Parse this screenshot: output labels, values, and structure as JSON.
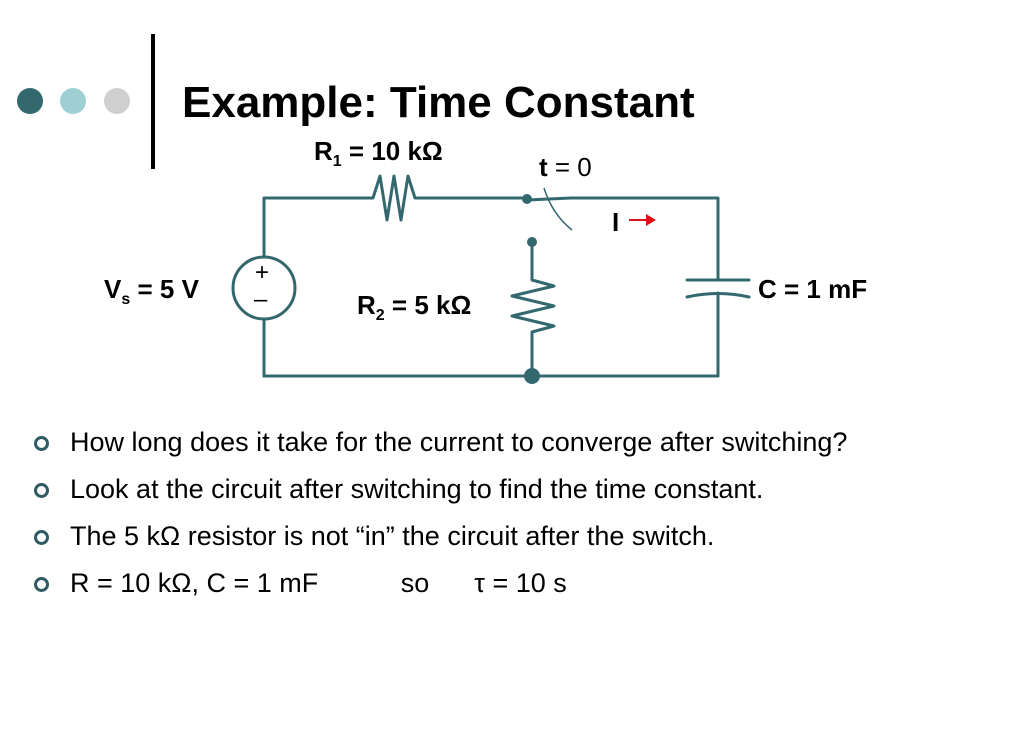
{
  "slide": {
    "title": "Example:  Time Constant",
    "nav_dot_colors": [
      "#34686f",
      "#9ecfd3",
      "#cfcfcf"
    ]
  },
  "circuit": {
    "r1_label": "R",
    "r1_sub": "1",
    "r1_value": " = 10 kΩ",
    "switch_time_var": "t",
    "switch_time_rest": " = 0",
    "current_label": "I",
    "current_arrow": "→",
    "vs_label": "V",
    "vs_sub": "s",
    "vs_value": " = 5 V",
    "source_plus": "+",
    "source_minus": "–",
    "r2_label": "R",
    "r2_sub": "2",
    "r2_value": " = 5 kΩ",
    "cap_label": "C = 1 mF",
    "wire_color": "#34686f",
    "arrow_color": "#e0101a"
  },
  "bullets": [
    "How long does it take for the current to converge after switching?",
    "Look at the circuit after switching to find the time constant.",
    "The 5 kΩ resistor is not “in” the circuit after the switch.",
    "R = 10 kΩ, C = 1 mF           so      τ = 10 s"
  ]
}
